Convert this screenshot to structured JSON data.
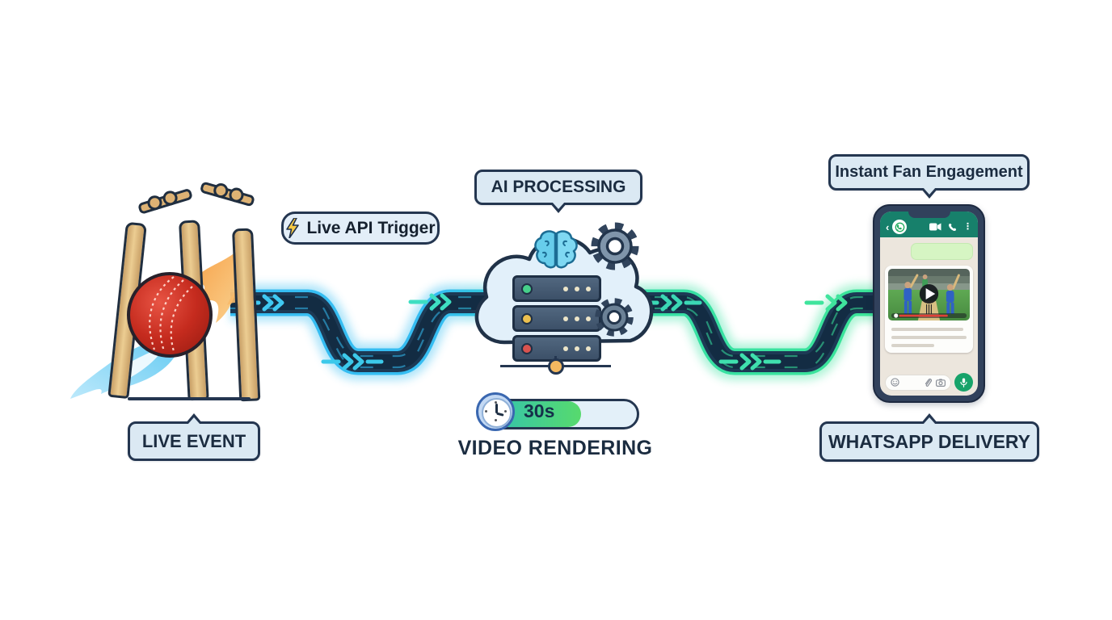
{
  "stages": {
    "live_event": {
      "label": "LIVE EVENT"
    },
    "api_trigger": {
      "label": "Live API Trigger",
      "icon": "lightning-bolt-icon"
    },
    "ai_processing": {
      "label": "AI PROCESSING",
      "icons": [
        "brain-icon",
        "gear-icon",
        "server-rack-icon"
      ]
    },
    "video_rendering": {
      "label": "VIDEO RENDERING",
      "duration": "30s",
      "progress_percent": 64,
      "icon": "clock-icon"
    },
    "whatsapp_delivery": {
      "label": "WHATSAPP DELIVERY",
      "bubble": "Instant Fan Engagement"
    }
  },
  "flow": {
    "direction": "left-to-right",
    "arrow_count": 6,
    "style": "winding-pipe-with-chevrons"
  },
  "phone_mock": {
    "app": "whatsapp-chat",
    "header_icons": [
      "back-arrow-icon",
      "whatsapp-logo-icon",
      "video-call-icon",
      "voice-call-icon",
      "menu-dots-icon"
    ],
    "message_types": [
      "green-text-bubble",
      "cricket-video-message"
    ],
    "input_icons": [
      "emoji-icon",
      "paperclip-icon",
      "camera-icon",
      "mic-icon"
    ]
  },
  "colors": {
    "pipe_start": "#38bdf0",
    "pipe_end": "#3ce595",
    "pipe_body": "#1d3a55",
    "label_bg": "#dbe9f3",
    "label_border": "#243650",
    "whatsapp_green": "#17806b",
    "progress_fill_start": "#2fc0b6",
    "progress_fill_end": "#57da6d",
    "ball_red": "#c0271c",
    "lightning_yellow": "#f6c945",
    "server_node_orange": "#f4b860"
  }
}
